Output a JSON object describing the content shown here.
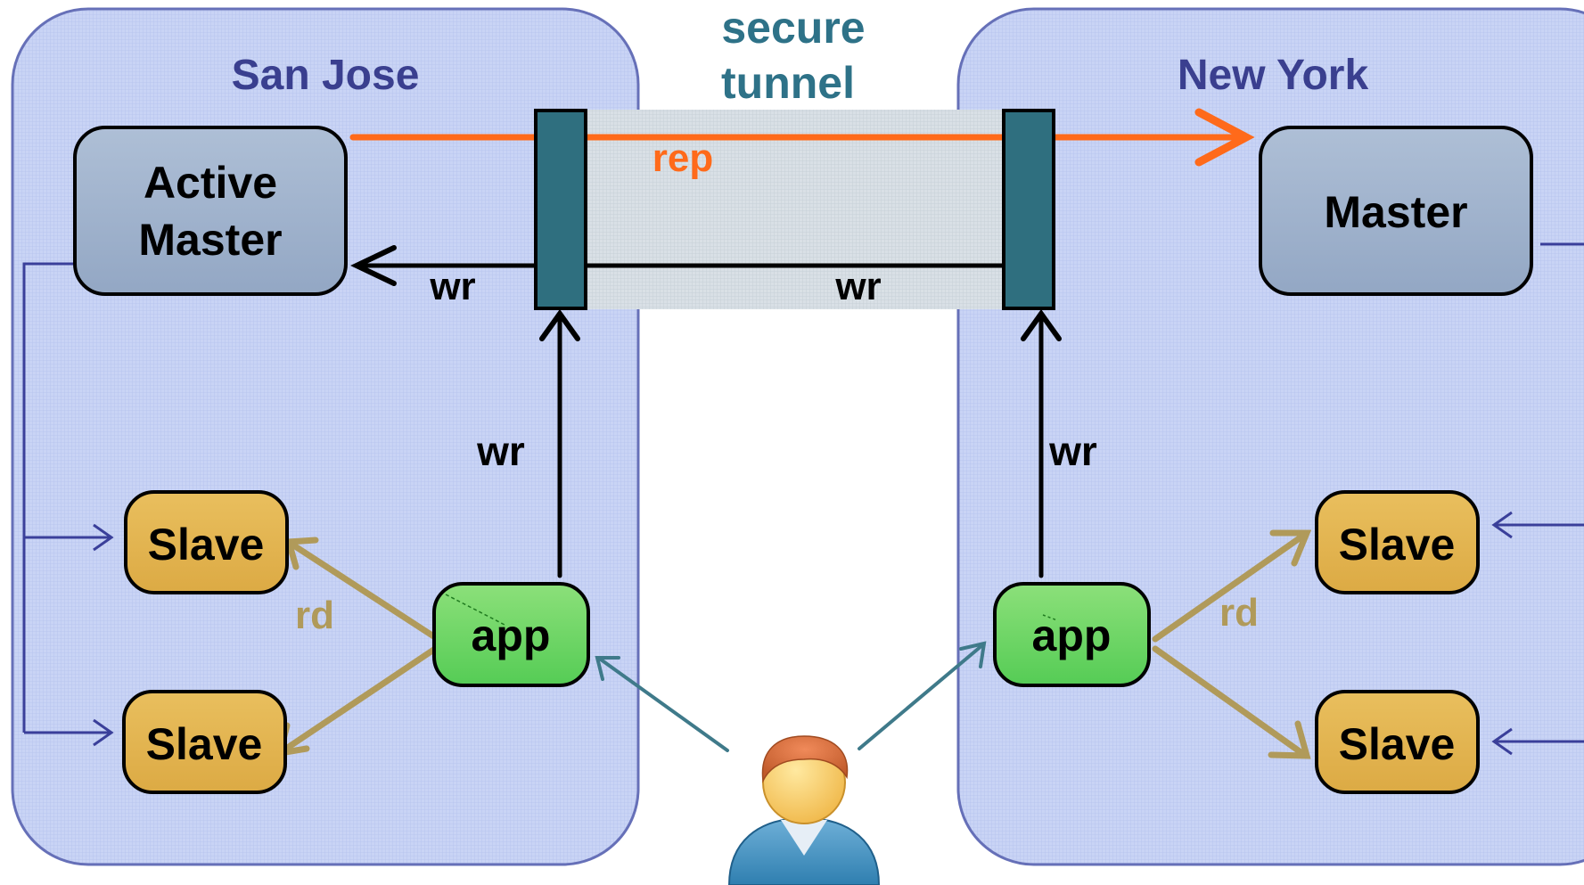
{
  "regions": {
    "left": {
      "title": "San Jose"
    },
    "right": {
      "title": "New York"
    }
  },
  "tunnel": {
    "line1": "secure",
    "line2": "tunnel"
  },
  "nodes": {
    "active_master": {
      "line1": "Active",
      "line2": "Master"
    },
    "master": {
      "label": "Master"
    },
    "left_slave_top": {
      "label": "Slave"
    },
    "left_slave_bottom": {
      "label": "Slave"
    },
    "left_app": {
      "label": "app"
    },
    "right_slave_top": {
      "label": "Slave"
    },
    "right_slave_bottom": {
      "label": "Slave"
    },
    "right_app": {
      "label": "app"
    }
  },
  "edge_labels": {
    "rep": "rep",
    "wr_to_master_left": "wr",
    "wr_to_master_right": "wr",
    "wr_left_app": "wr",
    "wr_right_app": "wr",
    "rd_left": "rd",
    "rd_right": "rd"
  },
  "colors": {
    "region_fill": "#c8d4f4",
    "region_stroke": "#6670b8",
    "region_title": "#3a3f8f",
    "tunnel_fill": "#d6dee4",
    "tunnel_text": "#2e7288",
    "gateway": "#2f6f7f",
    "master_fill": "#9fb2cc",
    "slave_fill": "#e2b34e",
    "app_fill": "#6fd86a",
    "rep": "#ff6a1a",
    "rd": "#b09a5a",
    "user_arrow": "#3f7a8a",
    "repl_line": "#3a3f9a"
  }
}
